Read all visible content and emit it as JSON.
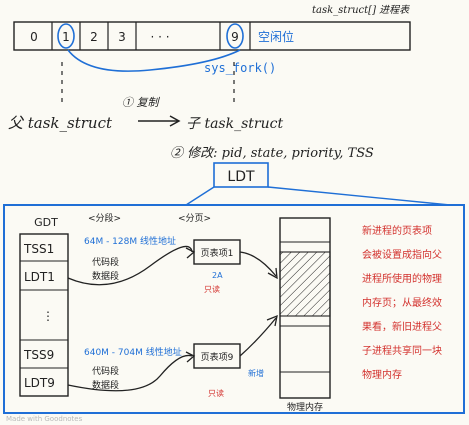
{
  "header": {
    "task_array_label": "task_struct[] 进程表",
    "slots": [
      "0",
      "1",
      "2",
      "3",
      "· · ·",
      "9"
    ],
    "free_slot_note": "空闲位",
    "syscall": "sys_fork()"
  },
  "fork": {
    "parent": "父 task_struct",
    "step1": "① 复制",
    "child": "子 task_struct",
    "step2": "② 修改: pid, state, priority, TSS",
    "ldt_label": "LDT"
  },
  "ldt_panel": {
    "gdt_title": "GDT",
    "gdt_entries": [
      "TSS1",
      "LDT1",
      "⋮",
      "TSS9",
      "LDT9"
    ],
    "col_seg": "<分段>",
    "col_page": "<分页>",
    "p1": {
      "addr": "64M - 128M 线性地址",
      "seg_note1": "代码段",
      "seg_note2": "数据段",
      "page_box": "页表项1",
      "sub1": "2A",
      "sub2": "只读"
    },
    "p9": {
      "addr": "640M - 704M 线性地址",
      "seg_note1": "代码段",
      "seg_note2": "数据段",
      "page_box": "页表项9",
      "sub1": "新增",
      "sub2": "只读"
    },
    "mem_label": "物理内存",
    "note_lines": [
      "新进程的页表项",
      "会被设置成指向父",
      "进程所使用的物理",
      "内存页；从最终效",
      "果看，新旧进程父",
      "子进程共享同一块",
      "物理内存"
    ]
  },
  "footer": {
    "watermark": "Made with Goodnotes"
  },
  "colors": {
    "accent": "#1f6fd6",
    "note": "#d3322e",
    "ink": "#222222"
  }
}
